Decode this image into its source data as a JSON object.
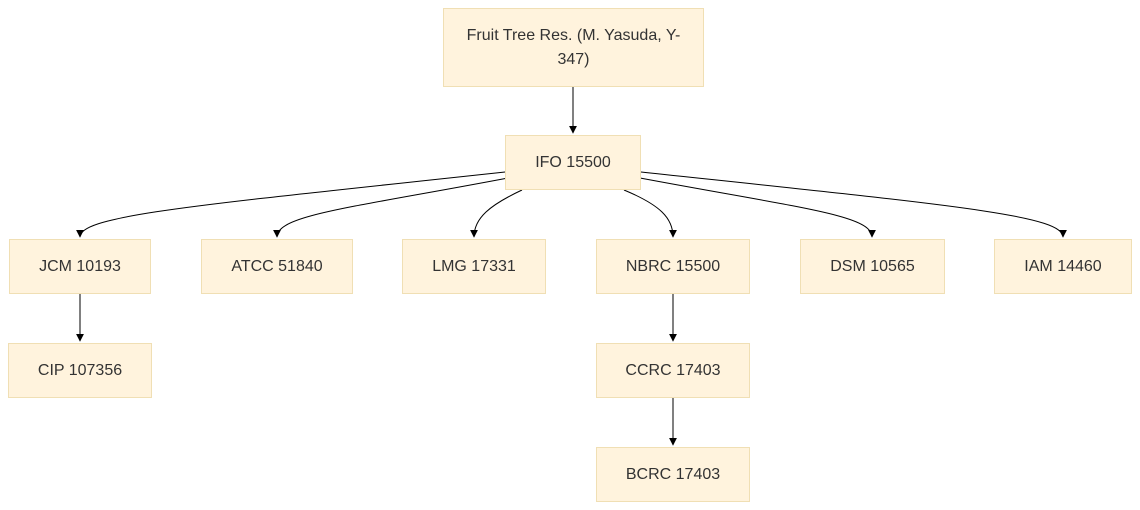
{
  "diagram": {
    "nodes": {
      "root": "Fruit Tree Res. (M. Yasuda, Y-347)",
      "ifo": "IFO 15500",
      "jcm": "JCM 10193",
      "atcc": "ATCC 51840",
      "lmg": "LMG 17331",
      "nbrc": "NBRC 15500",
      "dsm": "DSM 10565",
      "iam": "IAM 14460",
      "cip": "CIP 107356",
      "ccrc": "CCRC 17403",
      "bcrc": "BCRC 17403"
    },
    "edges": [
      [
        "root",
        "ifo"
      ],
      [
        "ifo",
        "jcm"
      ],
      [
        "ifo",
        "atcc"
      ],
      [
        "ifo",
        "lmg"
      ],
      [
        "ifo",
        "nbrc"
      ],
      [
        "ifo",
        "dsm"
      ],
      [
        "ifo",
        "iam"
      ],
      [
        "jcm",
        "cip"
      ],
      [
        "nbrc",
        "ccrc"
      ],
      [
        "ccrc",
        "bcrc"
      ]
    ],
    "colors": {
      "node_fill": "#fff3dd",
      "node_border": "#f0dfb4",
      "text": "#333333",
      "edge": "#000000"
    }
  }
}
